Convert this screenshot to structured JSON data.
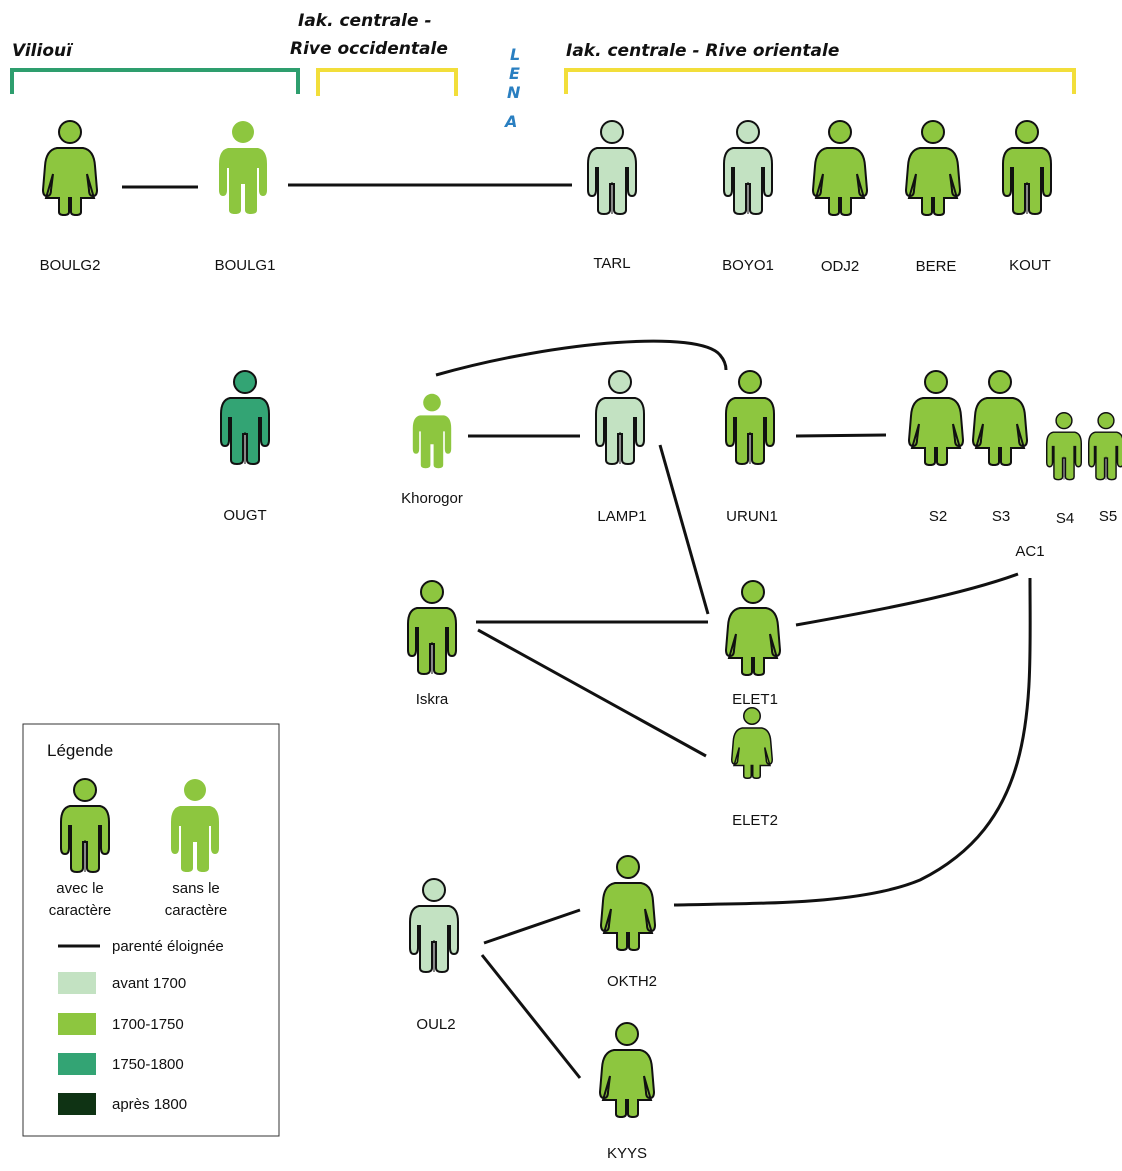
{
  "colors": {
    "avant_1700": "#c3e2c2",
    "c1700_1750": "#8dc63f",
    "c1750_1800": "#33a474",
    "apres_1800": "#0f3314",
    "region_green": "#2e9e6e",
    "region_yellow": "#f2de3a",
    "lena_blue": "#2a7fc1",
    "outline": "#111111"
  },
  "regions": {
    "viliouy": "Viliouï",
    "iak_west_line1": "Iak. centrale -",
    "iak_west_line2": "Rive occidentale",
    "lena": [
      "L",
      "E",
      "N",
      "A"
    ],
    "iak_east": "Iak. centrale - Rive orientale"
  },
  "individuals": [
    {
      "id": "BOULG2",
      "label": "BOULG2",
      "sex": "female",
      "period": "1700-1750",
      "character": true
    },
    {
      "id": "BOULG1",
      "label": "BOULG1",
      "sex": "male",
      "period": "1700-1750",
      "character": false
    },
    {
      "id": "TARL",
      "label": "TARL",
      "sex": "male",
      "period": "avant 1700",
      "character": true
    },
    {
      "id": "BOYO1",
      "label": "BOYO1",
      "sex": "male",
      "period": "avant 1700",
      "character": true
    },
    {
      "id": "ODJ2",
      "label": "ODJ2",
      "sex": "female",
      "period": "1700-1750",
      "character": true
    },
    {
      "id": "BERE",
      "label": "BERE",
      "sex": "female",
      "period": "1700-1750",
      "character": true
    },
    {
      "id": "KOUT",
      "label": "KOUT",
      "sex": "male",
      "period": "1700-1750",
      "character": true
    },
    {
      "id": "OUGT",
      "label": "OUGT",
      "sex": "male",
      "period": "1750-1800",
      "character": true
    },
    {
      "id": "Khorogor",
      "label": "Khorogor",
      "sex": "male",
      "period": "1700-1750",
      "character": false
    },
    {
      "id": "LAMP1",
      "label": "LAMP1",
      "sex": "male",
      "period": "avant 1700",
      "character": true
    },
    {
      "id": "URUN1",
      "label": "URUN1",
      "sex": "male",
      "period": "1700-1750",
      "character": true
    },
    {
      "id": "S2",
      "label": "S2",
      "sex": "female",
      "period": "1700-1750",
      "character": true
    },
    {
      "id": "S3",
      "label": "S3",
      "sex": "female",
      "period": "1700-1750",
      "character": true
    },
    {
      "id": "S4",
      "label": "S4",
      "sex": "male",
      "period": "1700-1750",
      "character": true
    },
    {
      "id": "S5",
      "label": "S5",
      "sex": "male",
      "period": "1700-1750",
      "character": true
    },
    {
      "id": "Iskra",
      "label": "Iskra",
      "sex": "male",
      "period": "1700-1750",
      "character": true
    },
    {
      "id": "ELET1",
      "label": "ELET1",
      "sex": "female",
      "period": "1700-1750",
      "character": true
    },
    {
      "id": "ELET2",
      "label": "ELET2",
      "sex": "female",
      "period": "1700-1750",
      "character": true
    },
    {
      "id": "OUL2",
      "label": "OUL2",
      "sex": "male",
      "period": "avant 1700",
      "character": true
    },
    {
      "id": "OKTH2",
      "label": "OKTH2",
      "sex": "female",
      "period": "1700-1750",
      "character": true
    },
    {
      "id": "KYYS",
      "label": "KYYS",
      "sex": "female",
      "period": "1700-1750",
      "character": true
    }
  ],
  "group_label": "AC1",
  "relations": [
    [
      "BOULG2",
      "BOULG1"
    ],
    [
      "BOULG1",
      "TARL"
    ],
    [
      "Khorogor",
      "LAMP1"
    ],
    [
      "Khorogor",
      "URUN1"
    ],
    [
      "URUN1",
      "AC1"
    ],
    [
      "LAMP1",
      "ELET1"
    ],
    [
      "Iskra",
      "ELET1"
    ],
    [
      "Iskra",
      "ELET2"
    ],
    [
      "ELET1",
      "AC1"
    ],
    [
      "AC1",
      "OKTH2"
    ],
    [
      "OUL2",
      "OKTH2"
    ],
    [
      "OUL2",
      "KYYS"
    ]
  ],
  "legend": {
    "title": "Légende",
    "with_char": [
      "avec le",
      "caractère"
    ],
    "without_char": [
      "sans le",
      "caractère"
    ],
    "relation": "parenté éloignée",
    "periods": [
      "avant 1700",
      "1700-1750",
      "1750-1800",
      "après 1800"
    ]
  }
}
